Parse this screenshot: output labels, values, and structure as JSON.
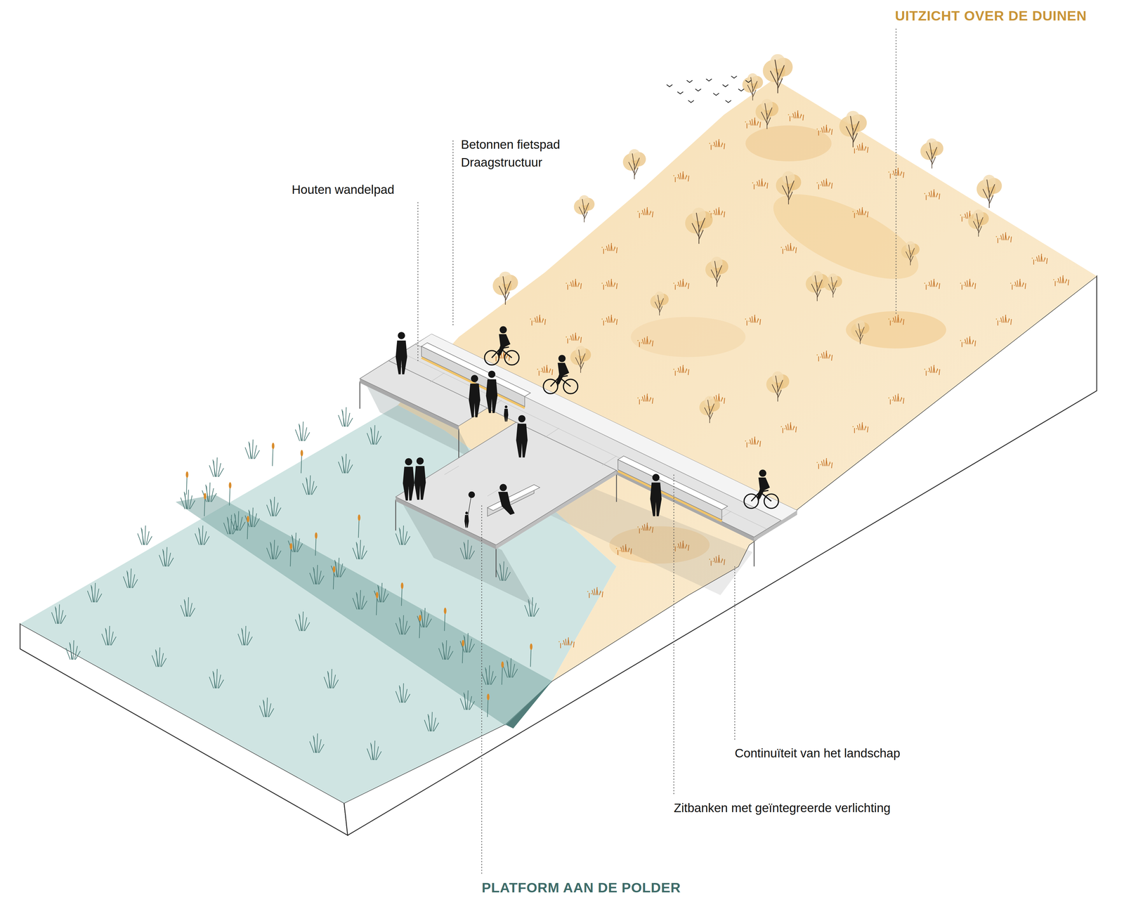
{
  "diagram": {
    "labels": [
      "UITZICHT OVER DE DUINEN",
      "Betonnen fietspad",
      "Draagstructuur",
      "Houten wandelpad",
      "Continuïteit van het landschap",
      "Zitbanken met geïntegreerde verlichting",
      "PLATFORM AAN DE POLDER"
    ]
  }
}
